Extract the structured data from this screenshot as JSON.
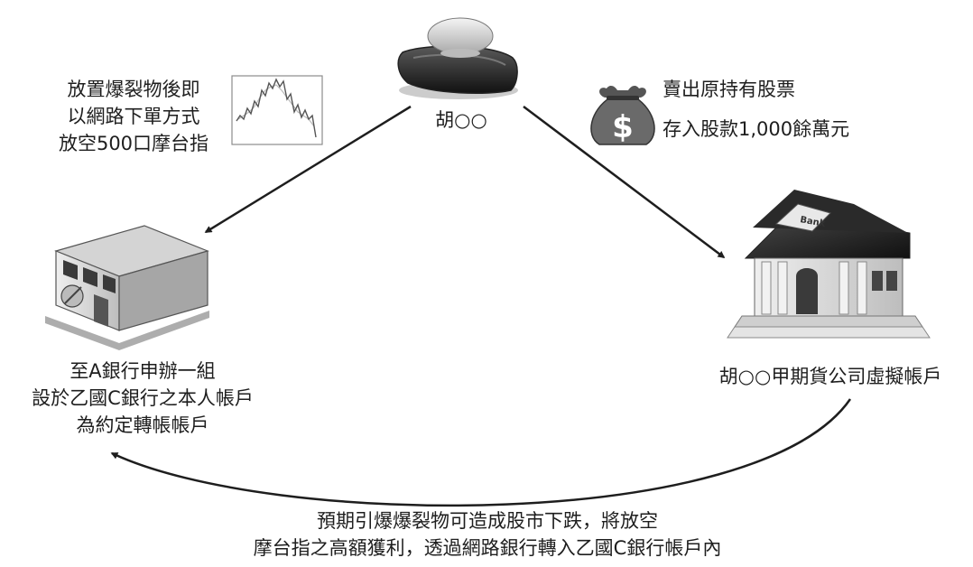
{
  "person": {
    "name": "胡○○"
  },
  "left_action": {
    "lines": [
      "放置爆裂物後即",
      "以網路下單方式",
      "放空500口摩台指"
    ]
  },
  "right_action": {
    "lines": [
      "賣出原持有股票",
      "存入股款1,000餘萬元"
    ]
  },
  "bank_a": {
    "lines": [
      "至A銀行申辦一組",
      "設於乙國C銀行之本人帳戶",
      "為約定轉帳帳戶"
    ]
  },
  "futures_bank": {
    "label": "胡○○甲期貨公司虛擬帳戶",
    "sign": "Bank"
  },
  "bottom_note": {
    "lines": [
      "預期引爆爆裂物可造成股市下跌，將放空",
      "摩台指之高額獲利，透過網路銀行轉入乙國C銀行帳戶內"
    ]
  },
  "icons": [
    "person-hat-icon",
    "stock-chart-icon",
    "money-bag-icon",
    "building-icon",
    "bank-icon"
  ],
  "colors": {
    "ink": "#1e1e1e",
    "grey": "#8c8c8c",
    "light": "#d9d9d9"
  }
}
